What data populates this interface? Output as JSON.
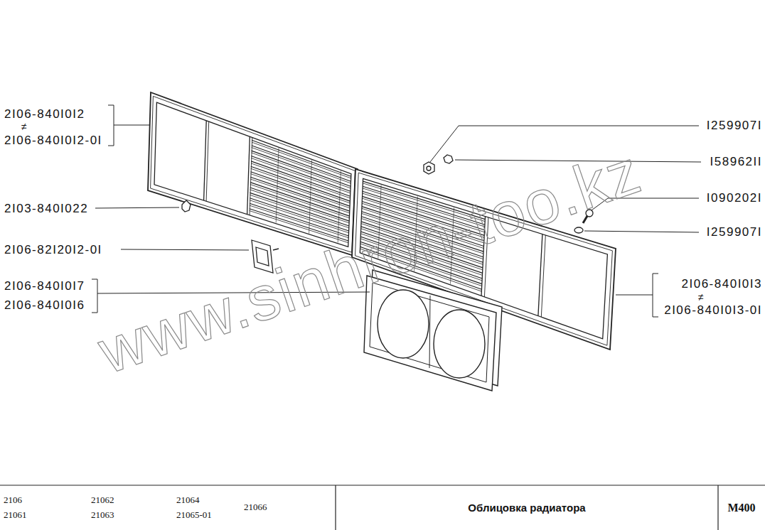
{
  "diagram": {
    "labels": [
      "2I06-840I0I2",
      "≠",
      "2I06-840I0I2-0I",
      "2I03-840I022",
      "2I06-82I20I2-0I",
      "2I06-840I0I7",
      "2I06-840I0I6",
      "I259907I",
      "I58962II",
      "I090202I",
      "I259907I",
      "2I06-840I0I3",
      "≠",
      "2I06-840I0I3-0I",
      "www.sinhron-too.kz",
      "2106",
      "21061",
      "21062",
      "21063",
      "21064",
      "21065-01",
      "21066",
      "Облицовка радиатора",
      "M400"
    ]
  }
}
